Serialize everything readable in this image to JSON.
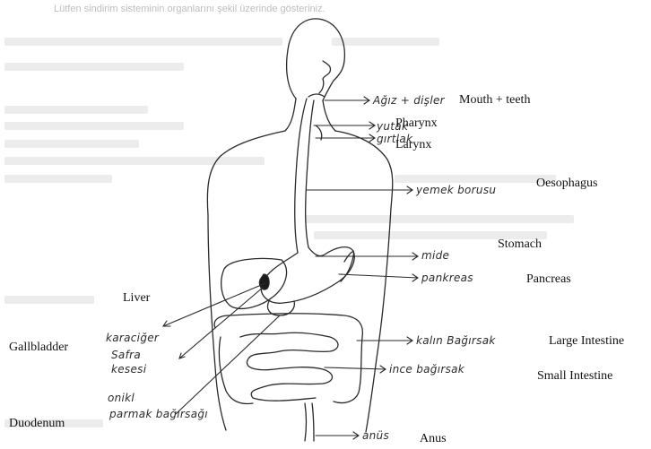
{
  "header_text": "Lütfen sindirim sisteminin organlarını şekil üzerinde gösteriniz.",
  "english_labels": {
    "mouth_teeth": "Mouth + teeth",
    "pharynx": "Pharynx",
    "larynx": "Larynx",
    "oesophagus": "Oesophagus",
    "stomach": "Stomach",
    "pancreas": "Pancreas",
    "liver": "Liver",
    "gallbladder": "Gallbladder",
    "large_intestine": "Large Intestine",
    "small_intestine": "Small Intestine",
    "duodenum": "Duodenum",
    "anus": "Anus"
  },
  "handwritten_labels": {
    "mouth_teeth": "Ağız + dişler",
    "pharynx": "yutak",
    "larynx": "gırtlak",
    "oesophagus": "yemek borusu",
    "stomach": "mide",
    "pancreas": "pankreas",
    "liver": "karaciğer",
    "gallbladder_1": "Safra",
    "gallbladder_2": "kesesi",
    "large_intestine": "kalın Bağırsak",
    "small_intestine": "ince bağırsak",
    "duodenum_1": "onikl",
    "duodenum_2": "parmak bağırsağı",
    "anus": "anüs"
  }
}
